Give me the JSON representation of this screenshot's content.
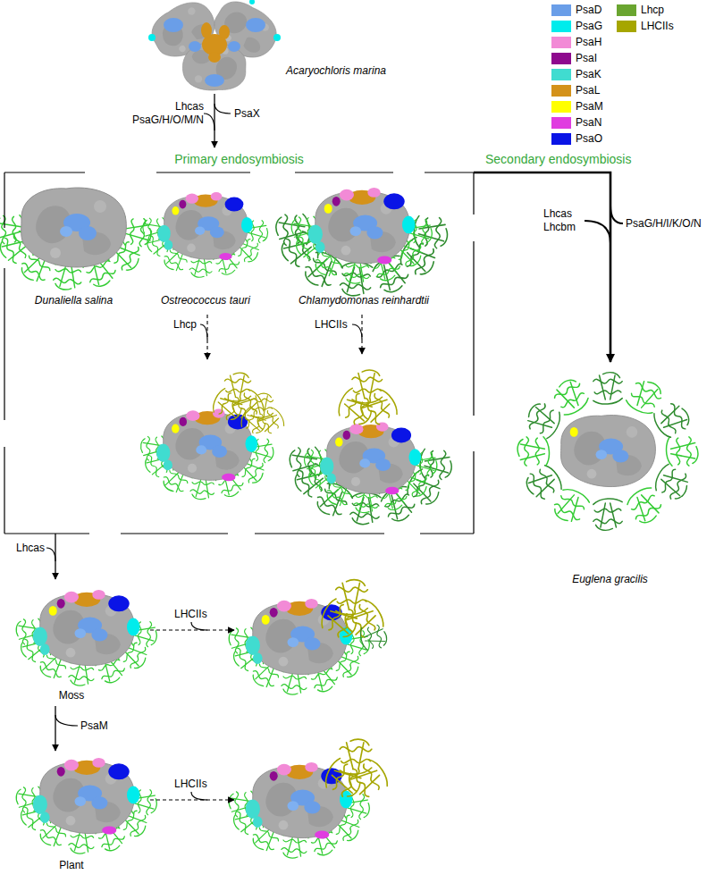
{
  "diagram": {
    "nodes": [
      {
        "text": [
          "Acaryochloris marina"
        ]
      },
      {
        "text": [
          "Primary endosymbiosis"
        ]
      },
      {
        "text": [
          "Dunaliella salina"
        ],
        "in": 1
      },
      {
        "text": [
          "Ostreococcus tauri"
        ],
        "in": 1
      },
      {
        "text": [
          "Chlamydomonas reinhardtii"
        ],
        "in": 1
      },
      {
        "text": [
          "Euglena gracilis"
        ]
      },
      {
        "text": [
          "Moss"
        ]
      },
      {
        "text": [
          "Plant"
        ]
      }
    ],
    "edges": [
      {
        "from": 0,
        "to": 1,
        "arrow": "to"
      },
      {
        "from": 1,
        "to": 5,
        "arrow": "to",
        "label": "Secondary endosymbiosis"
      },
      {
        "from": 1,
        "to": 6,
        "arrow": "to"
      },
      {
        "from": 6,
        "to": 7,
        "arrow": "to"
      }
    ],
    "labels": [
      "Lhcas PsaG/H/O/M/N",
      "PsaX",
      "Lhcas Lhcbm",
      "PsaG/H/I/K/O/N",
      "Lhcp",
      "LHCIIs",
      "Lhcas",
      "LHCIIs",
      "PsaM",
      "LHCIIs"
    ],
    "legend": [
      {
        "text": "PsaD",
        "color": "#6a9ee8"
      },
      {
        "text": "PsaG",
        "color": "#00ecec"
      },
      {
        "text": "PsaH",
        "color": "#f28ad6"
      },
      {
        "text": "PsaI",
        "color": "#8e0a8e"
      },
      {
        "text": "PsaK",
        "color": "#40dcd0"
      },
      {
        "text": "PsaL",
        "color": "#d4921a"
      },
      {
        "text": "PsaM",
        "color": "#ffff00"
      },
      {
        "text": "PsaN",
        "color": "#e03ce0"
      },
      {
        "text": "PsaO",
        "color": "#0a14e6"
      },
      {
        "text": "Lhcp",
        "color": "#6aa530"
      },
      {
        "text": "LHCIIs",
        "color": "#a6a600"
      }
    ]
  }
}
